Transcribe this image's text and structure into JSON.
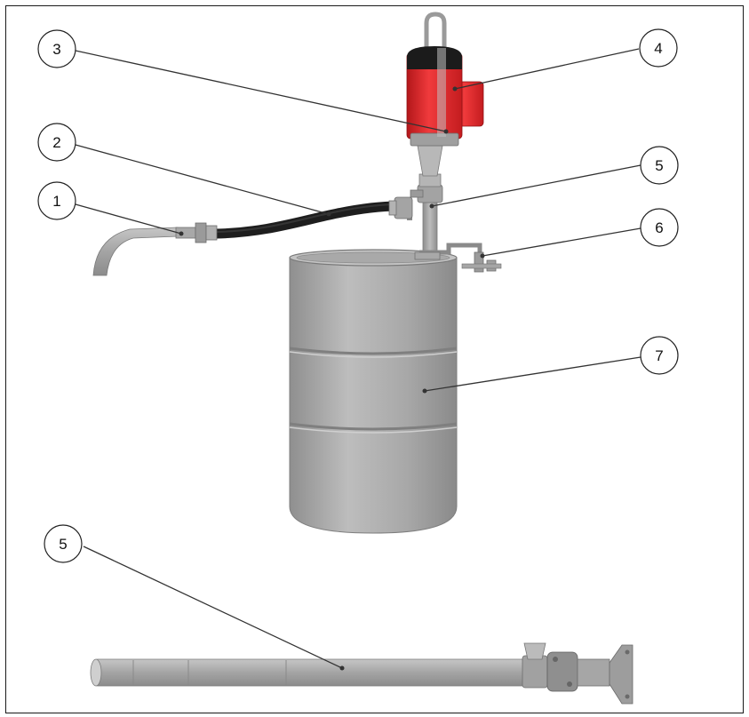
{
  "callouts": [
    {
      "id": "c1",
      "label": "1"
    },
    {
      "id": "c2",
      "label": "2"
    },
    {
      "id": "c3",
      "label": "3"
    },
    {
      "id": "c4",
      "label": "4"
    },
    {
      "id": "c5a",
      "label": "5"
    },
    {
      "id": "c6",
      "label": "6"
    },
    {
      "id": "c7",
      "label": "7"
    },
    {
      "id": "c5b",
      "label": "5"
    }
  ],
  "colors": {
    "motor_red": "#e8282b",
    "motor_black": "#1b1b1b",
    "metal_gray": "#a9a9a9",
    "hose_black": "#1e1e1e",
    "leader_line": "#333333"
  }
}
